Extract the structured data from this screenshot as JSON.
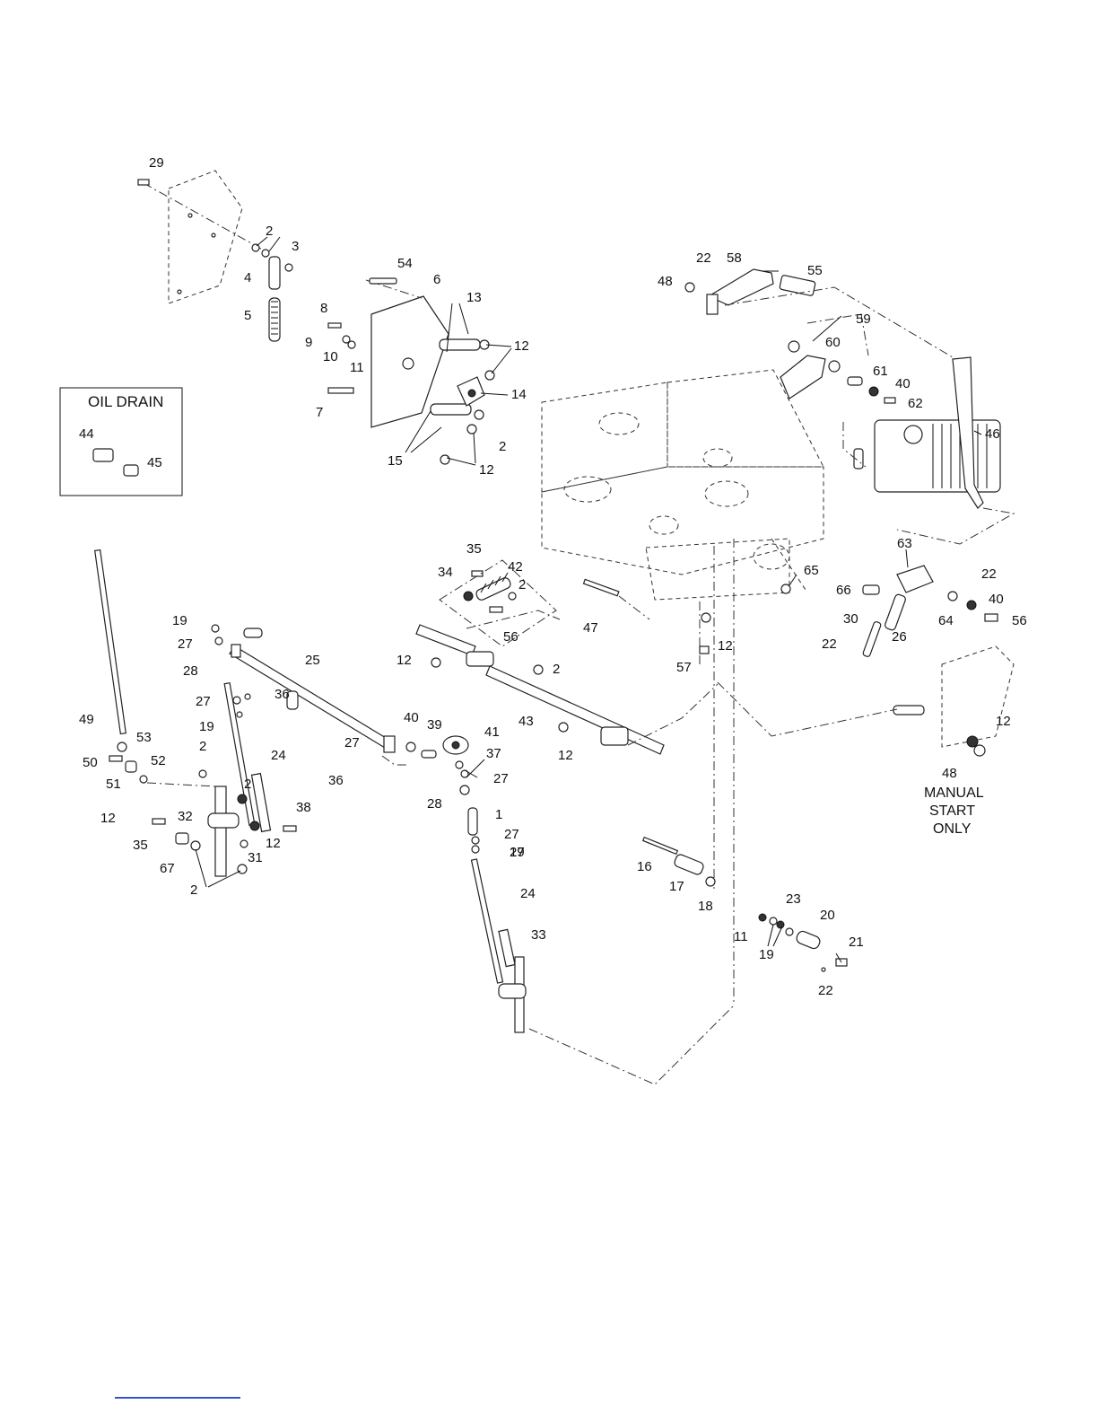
{
  "inset": {
    "title": "OIL DRAIN",
    "parts": [
      "44",
      "45"
    ]
  },
  "note": {
    "callout": "48",
    "lines": [
      "MANUAL",
      "START",
      "ONLY"
    ]
  },
  "callouts": [
    "29",
    "2",
    "3",
    "4",
    "5",
    "54",
    "6",
    "13",
    "12",
    "8",
    "9",
    "10",
    "11",
    "7",
    "14",
    "2",
    "15",
    "12",
    "22",
    "58",
    "55",
    "48",
    "59",
    "60",
    "61",
    "40",
    "62",
    "46",
    "35",
    "42",
    "34",
    "2",
    "56",
    "47",
    "65",
    "63",
    "22",
    "66",
    "40",
    "30",
    "26",
    "64",
    "56",
    "22",
    "12",
    "57",
    "19",
    "27",
    "28",
    "25",
    "27",
    "36",
    "19",
    "24",
    "49",
    "53",
    "50",
    "52",
    "51",
    "2",
    "2",
    "32",
    "35",
    "67",
    "31",
    "12",
    "38",
    "2",
    "12",
    "40",
    "39",
    "41",
    "37",
    "27",
    "36",
    "27",
    "28",
    "27",
    "1",
    "27",
    "19",
    "24",
    "33",
    "43",
    "12",
    "12",
    "16",
    "17",
    "18",
    "23",
    "20",
    "11",
    "19",
    "21",
    "22",
    "12",
    "2"
  ]
}
